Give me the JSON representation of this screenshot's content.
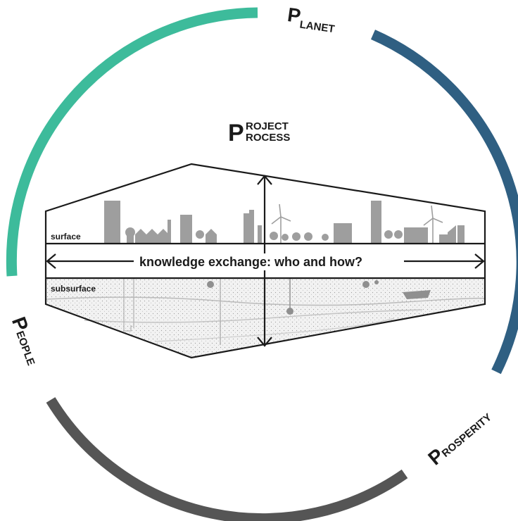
{
  "arcs": {
    "planet_color": "#3dbb9b",
    "prosperity_color": "#2f5f82",
    "people_color": "#555555"
  },
  "labels": {
    "planet_initial": "P",
    "planet_rest": "LANET",
    "prosperity_initial": "P",
    "prosperity_rest": "ROSPERITY",
    "people_initial": "P",
    "people_rest": "EOPLE",
    "project_initial": "P",
    "project_line1": "ROJECT",
    "project_line2": "ROCESS"
  },
  "diagram": {
    "surface_label": "surface",
    "subsurface_label": "subsurface",
    "exchange_label": "knowledge exchange: who and how?"
  }
}
